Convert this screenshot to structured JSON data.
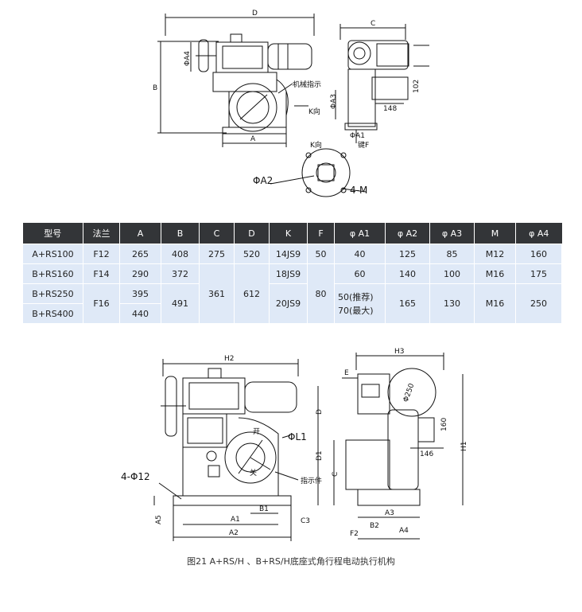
{
  "top_figure": {
    "labels": {
      "D": "D",
      "C": "C",
      "B": "B",
      "A": "A",
      "phiA4": "ΦA4",
      "phiA3": "ΦA3",
      "phiA1": "ΦA1",
      "phiA2": "ΦA2",
      "mech_indicator": "机械指示",
      "k_dir_side": "K向",
      "k_dir_bottom": "K向",
      "dim_148": "148",
      "dim_102": "102",
      "key_F": "键F",
      "bolts_4M": "4-M"
    }
  },
  "table": {
    "headers": [
      "型号",
      "法兰",
      "A",
      "B",
      "C",
      "D",
      "K",
      "F",
      "φ A1",
      "φ A2",
      "φ A3",
      "M",
      "φ A4"
    ],
    "row1": {
      "model": "A+RS100",
      "flange": "F12",
      "A": "265",
      "B": "408",
      "C": "275",
      "D": "520",
      "K": "14JS9",
      "F": "50",
      "A1": "40",
      "A2": "125",
      "A3": "85",
      "M": "M12",
      "A4": "160"
    },
    "row2": {
      "model": "B+RS160",
      "flange": "F14",
      "A": "290",
      "B": "372",
      "K": "18JS9",
      "A1": "60",
      "A2": "140",
      "A3": "100",
      "M": "M16",
      "A4": "175"
    },
    "row3": {
      "model": "B+RS250",
      "A": "395",
      "K": "20JS9",
      "A1_line1": "50(推荐)",
      "A1_line2": "70(最大)",
      "A2": "165",
      "A3": "130",
      "M": "M16",
      "A4": "250"
    },
    "row4": {
      "model": "B+RS400",
      "A": "440"
    },
    "merged": {
      "flange_34": "F16",
      "B_34": "491",
      "C_234": "361",
      "D_234": "612",
      "F_234": "80"
    }
  },
  "bottom_figure": {
    "labels": {
      "H2": "H2",
      "H3": "H3",
      "E": "E",
      "D": "D",
      "D1": "D1",
      "C": "C",
      "H1": "H1",
      "phiL1": "ΦL1",
      "phi250": "Φ250",
      "dim_160": "160",
      "dim_146": "146",
      "holes": "4-Φ12",
      "indicator": "指示件",
      "open": "开",
      "close": "关",
      "A5": "A5",
      "A1": "A1",
      "B1": "B1",
      "C3": "C3",
      "A2": "A2",
      "A3": "A3",
      "A4": "A4",
      "B2": "B2",
      "F2": "F2"
    }
  },
  "caption": "图21 A+RS/H 、B+RS/H底座式角行程电动执行机构"
}
